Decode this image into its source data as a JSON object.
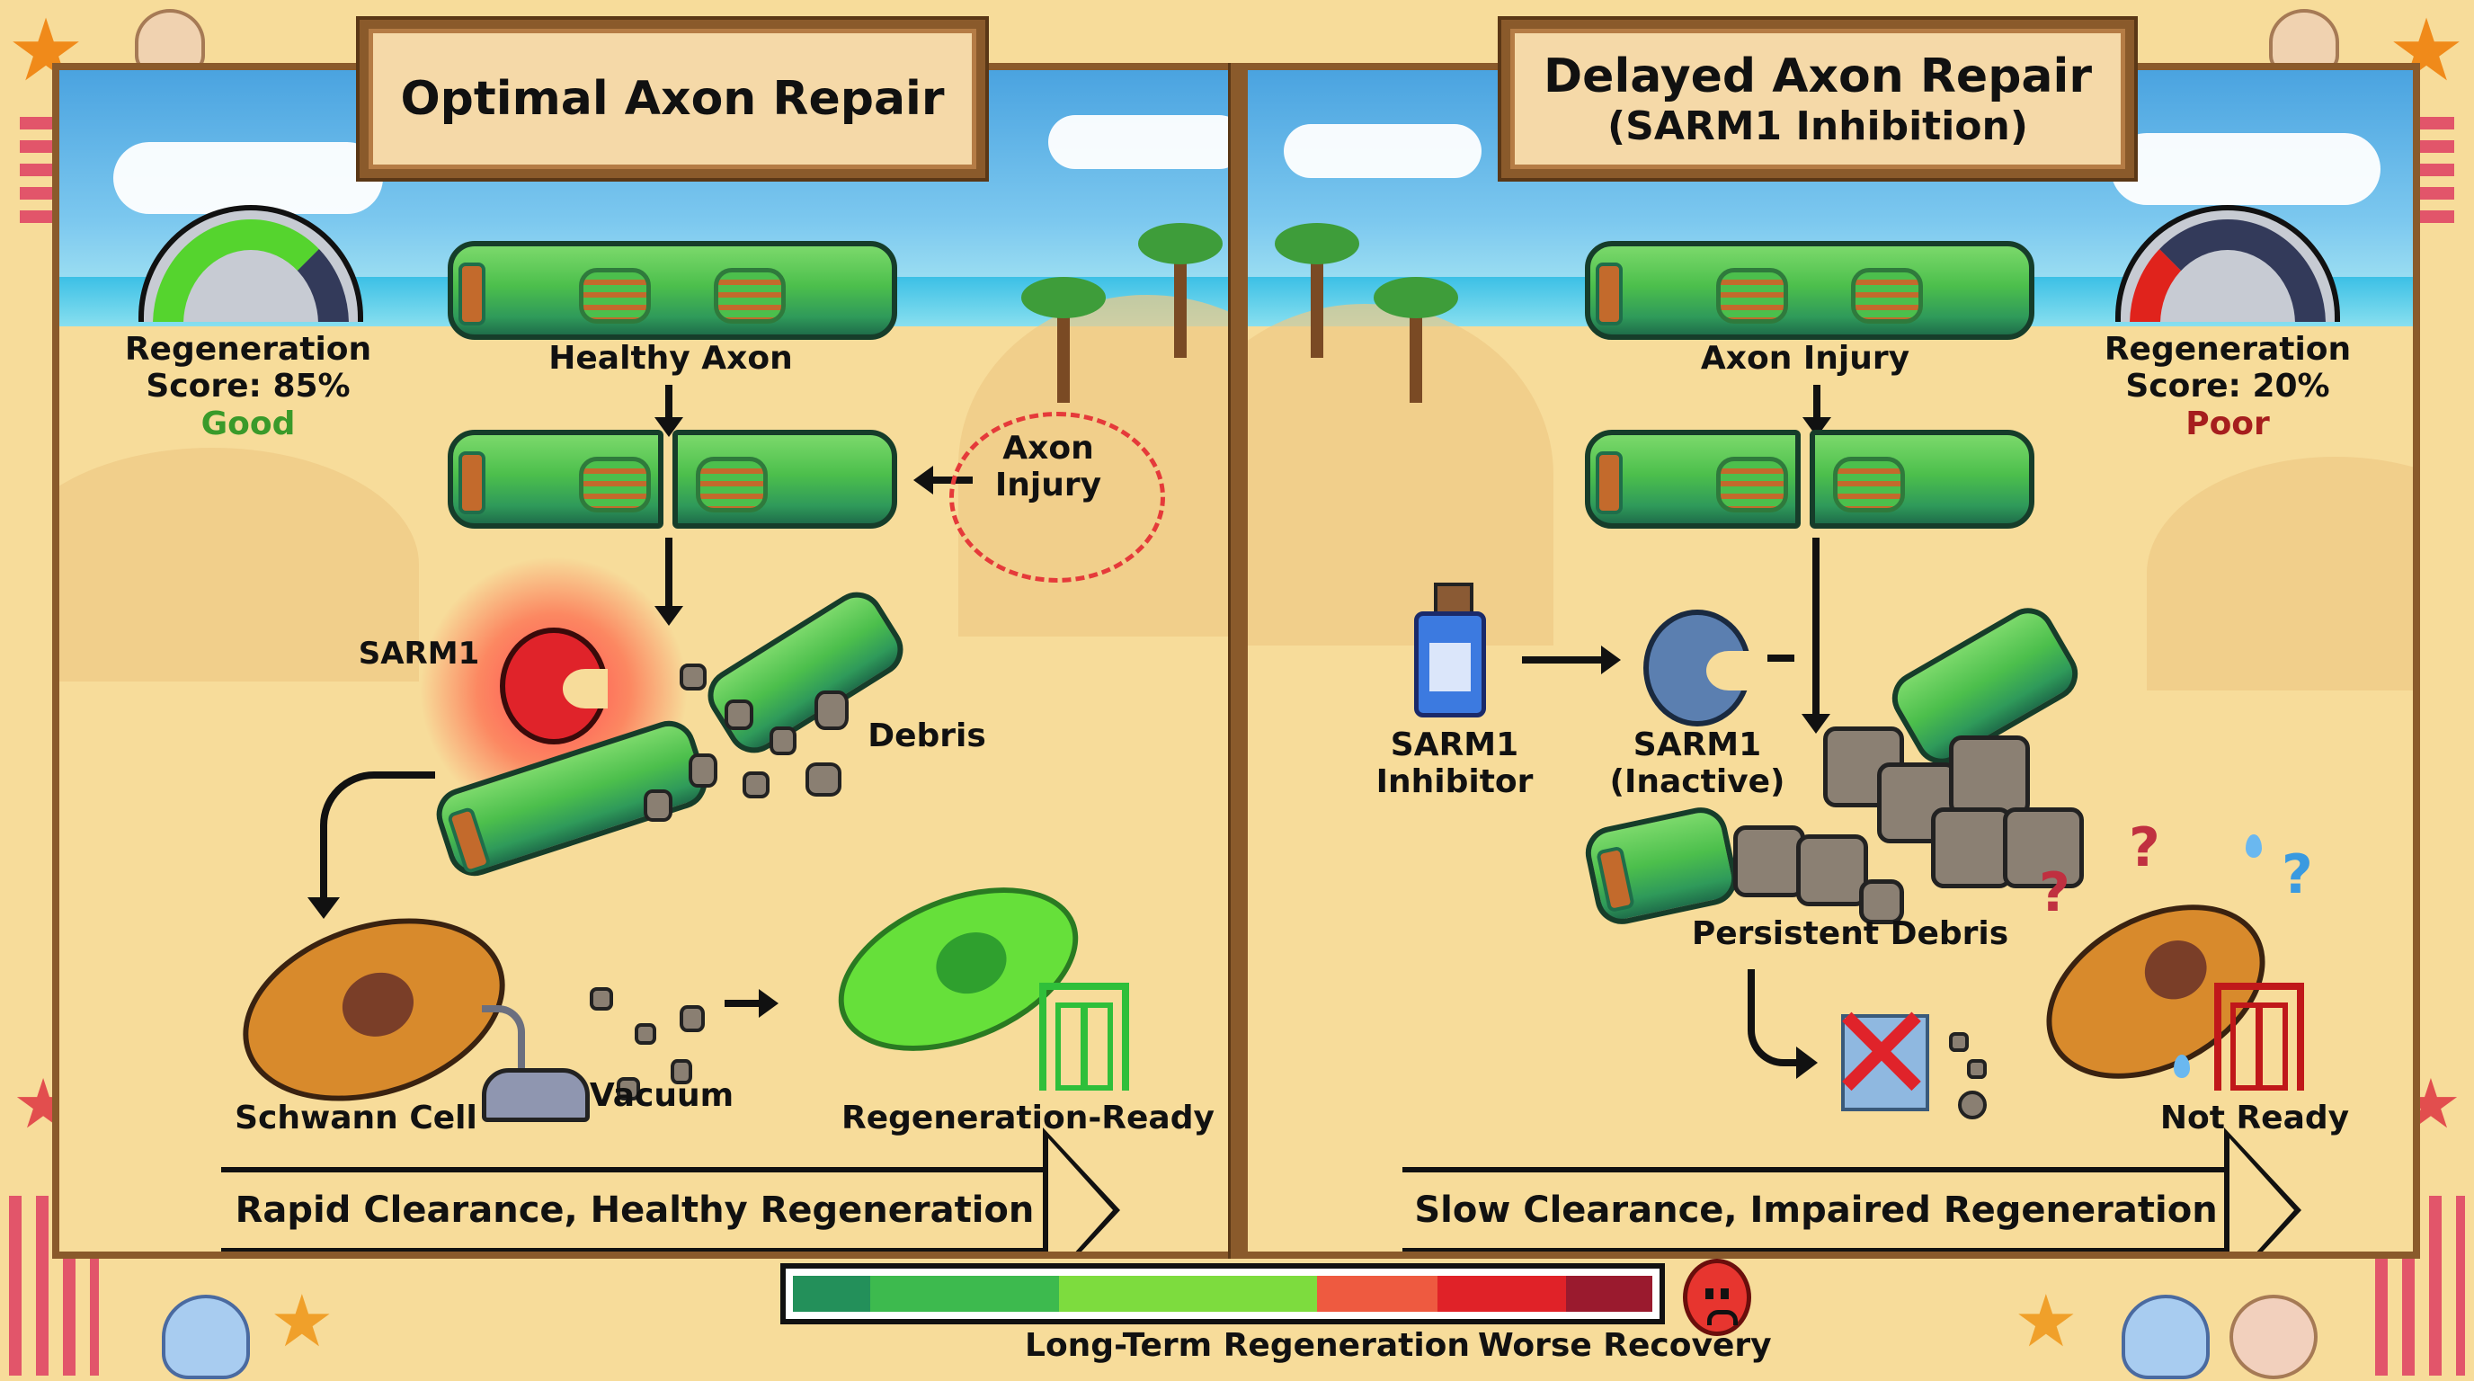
{
  "left_panel": {
    "title": "Optimal Axon Repair",
    "gauge": {
      "label_line1": "Regeneration",
      "label_line2": "Score: 85%",
      "rating": "Good",
      "score_pct": 85,
      "rating_color": "#3a9a2a",
      "fill_color": "#55d42e"
    },
    "healthy_axon_label": "Healthy Axon",
    "injury_label_line1": "Axon",
    "injury_label_line2": "Injury",
    "sarm1_label": "SARM1",
    "debris_label": "Debris",
    "schwann_label": "Schwann Cell",
    "vacuum_label": "Vacuum",
    "ready_label": "Regeneration-Ready",
    "flow_label": "Rapid Clearance, Healthy Regeneration"
  },
  "right_panel": {
    "title_line1": "Delayed Axon Repair",
    "title_line2": "(SARM1 Inhibition)",
    "gauge": {
      "label_line1": "Regeneration",
      "label_line2": "Score: 20%",
      "rating": "Poor",
      "score_pct": 20,
      "rating_color": "#a61e1e",
      "fill_color": "#e0231c"
    },
    "injury_label": "Axon Injury",
    "inhibitor_label_line1": "SARM1",
    "inhibitor_label_line2": "Inhibitor",
    "sarm1_inactive_line1": "SARM1",
    "sarm1_inactive_line2": "(Inactive)",
    "persistent_debris_label": "Persistent Debris",
    "not_ready_label": "Not Ready",
    "flow_label": "Slow Clearance, Impaired Regeneration",
    "confusion_marks": [
      "?",
      "?",
      "?"
    ]
  },
  "recovery_bar": {
    "left_label": "Long-Term Regeneration",
    "right_label": "Worse Recovery",
    "segments": [
      {
        "color": "#23905a",
        "width_pct": 9
      },
      {
        "color": "#3dba4e",
        "width_pct": 22
      },
      {
        "color": "#7ddc3e",
        "width_pct": 30
      },
      {
        "color": "#ee5a40",
        "width_pct": 14
      },
      {
        "color": "#e02228",
        "width_pct": 15
      },
      {
        "color": "#9a1a2e",
        "width_pct": 10
      }
    ],
    "face_icon": "sad-face-icon"
  },
  "icons": {
    "starfish": "★",
    "shell": "🐚",
    "question": "?",
    "droplet": "💧",
    "cross": "✕"
  },
  "colors": {
    "frame": "#8a5a2b",
    "sand": "#f7dc9a",
    "sky": "#4aa3e0",
    "sarm1_active": "#e0232a",
    "sarm1_inactive": "#5b7fb0",
    "schwann": "#d88a2c",
    "ready_cell": "#66e03a",
    "door_ready": "#2fbf3a",
    "door_not_ready": "#c0181a"
  }
}
